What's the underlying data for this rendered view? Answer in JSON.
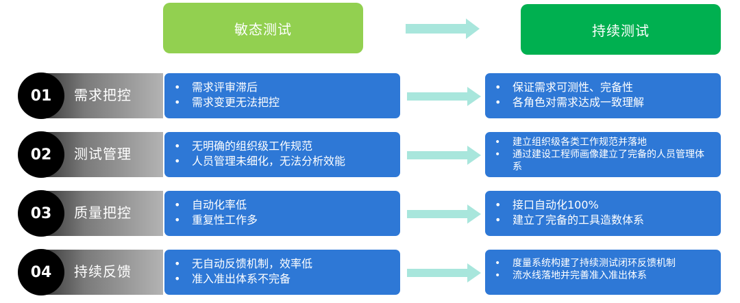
{
  "header": {
    "left": {
      "label": "敏态测试",
      "color": "#92d050"
    },
    "right": {
      "label": "持续测试",
      "color": "#00b050"
    }
  },
  "arrow_color": "#a8e6dc",
  "box_color": "#2e78d6",
  "rows": [
    {
      "num": "01",
      "label": "需求把控",
      "left": [
        "需求评审滞后",
        "需求变更无法把控"
      ],
      "right": [
        "保证需求可测性、完备性",
        "各角色对需求达成一致理解"
      ]
    },
    {
      "num": "02",
      "label": "测试管理",
      "left": [
        "无明确的组织级工作规范",
        "人员管理未细化，无法分析效能"
      ],
      "right": [
        "建立组织级各类工作规范并落地",
        "通过建设工程师画像建立了完备的人员管理体系"
      ]
    },
    {
      "num": "03",
      "label": "质量把控",
      "left": [
        "自动化率低",
        "重复性工作多"
      ],
      "right": [
        "接口自动化100%",
        "建立了完备的工具造数体系"
      ]
    },
    {
      "num": "04",
      "label": "持续反馈",
      "left": [
        "无自动反馈机制，效率低",
        "准入准出体系不完备"
      ],
      "right": [
        "度量系统构建了持续测试闭环反馈机制",
        "流水线落地并完善准入准出体系"
      ]
    }
  ]
}
